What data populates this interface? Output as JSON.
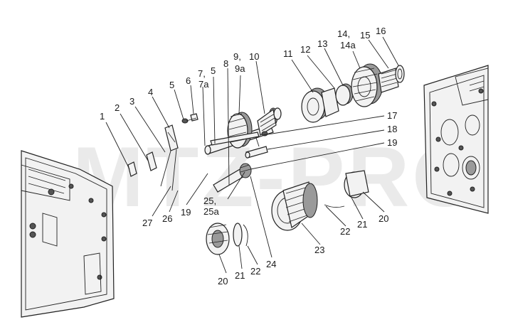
{
  "watermark": "MTZ-PRO",
  "callouts": [
    {
      "id": "1",
      "text": "1"
    },
    {
      "id": "2",
      "text": "2"
    },
    {
      "id": "3",
      "text": "3"
    },
    {
      "id": "4",
      "text": "4"
    },
    {
      "id": "5a",
      "text": "5"
    },
    {
      "id": "6",
      "text": "6"
    },
    {
      "id": "7",
      "text": "7,"
    },
    {
      "id": "5b",
      "text": "5"
    },
    {
      "id": "7a",
      "text": "7a"
    },
    {
      "id": "8",
      "text": "8"
    },
    {
      "id": "9",
      "text": "9,"
    },
    {
      "id": "9a",
      "text": "9a"
    },
    {
      "id": "10",
      "text": "10"
    },
    {
      "id": "11",
      "text": "11"
    },
    {
      "id": "12",
      "text": "12"
    },
    {
      "id": "13",
      "text": "13"
    },
    {
      "id": "14",
      "text": "14,"
    },
    {
      "id": "14a",
      "text": "14a"
    },
    {
      "id": "15",
      "text": "15"
    },
    {
      "id": "16",
      "text": "16"
    },
    {
      "id": "17",
      "text": "17"
    },
    {
      "id": "18",
      "text": "18"
    },
    {
      "id": "19r",
      "text": "19"
    },
    {
      "id": "19b",
      "text": "19"
    },
    {
      "id": "20r",
      "text": "20"
    },
    {
      "id": "21r",
      "text": "21"
    },
    {
      "id": "22r",
      "text": "22"
    },
    {
      "id": "23",
      "text": "23"
    },
    {
      "id": "24",
      "text": "24"
    },
    {
      "id": "25",
      "text": "25,"
    },
    {
      "id": "25a",
      "text": "25a"
    },
    {
      "id": "26",
      "text": "26"
    },
    {
      "id": "27",
      "text": "27"
    },
    {
      "id": "20b",
      "text": "20"
    },
    {
      "id": "21b",
      "text": "21"
    },
    {
      "id": "22b",
      "text": "22"
    }
  ]
}
